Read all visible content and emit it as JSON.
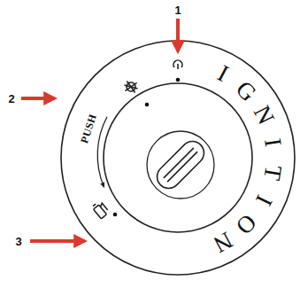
{
  "diagram": {
    "labels": [
      "1",
      "IGNITION",
      "2",
      "PUSH",
      "3"
    ]
  }
}
